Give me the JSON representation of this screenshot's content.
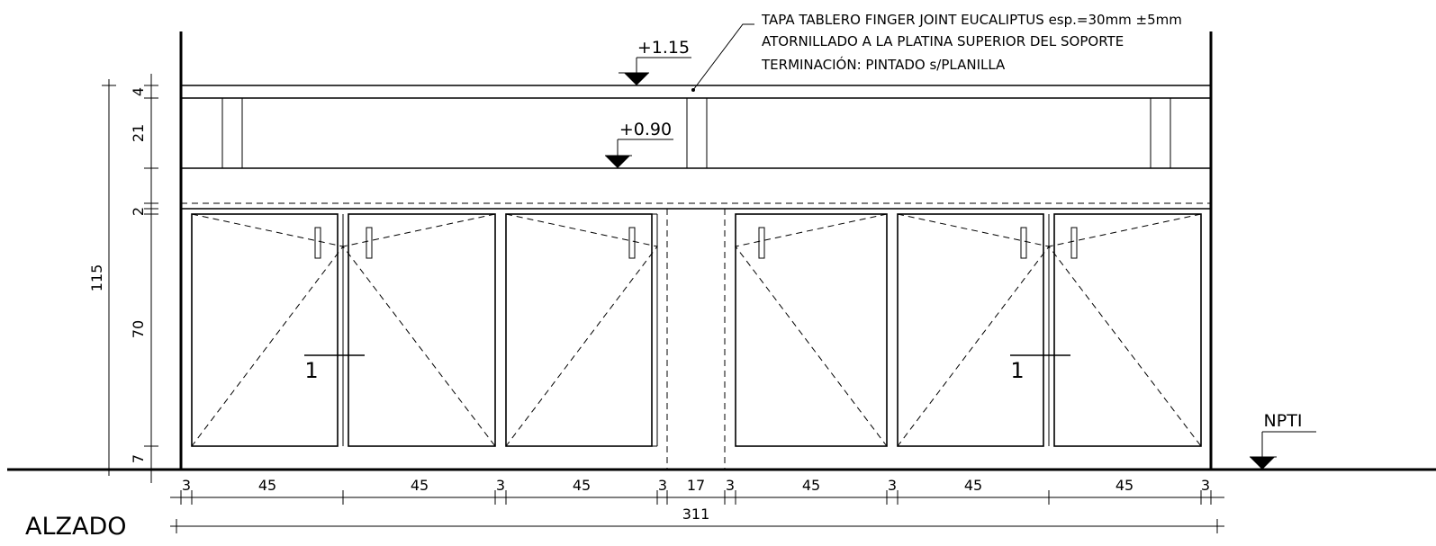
{
  "title": "ALZADO",
  "annotation": {
    "lines": [
      "TAPA TABLERO FINGER JOINT EUCALIPTUS esp.=30mm ±5mm",
      "ATORNILLADO A LA PLATINA SUPERIOR DEL SOPORTE",
      "TERMINACIÓN: PINTADO s/PLANILLA"
    ]
  },
  "levels": {
    "top": "+1.15",
    "middle": "+0.90",
    "floor": "NPTI"
  },
  "module_tags": [
    "1",
    "1"
  ],
  "vertical_dimensions": {
    "total": "115",
    "segments": [
      "4",
      "21",
      "2",
      "70",
      "7"
    ]
  },
  "horizontal_dimensions": {
    "segments": [
      "3",
      "45",
      "45",
      "3",
      "45",
      "3",
      "17",
      "3",
      "45",
      "3",
      "45",
      "45",
      "3"
    ],
    "total": "311"
  }
}
